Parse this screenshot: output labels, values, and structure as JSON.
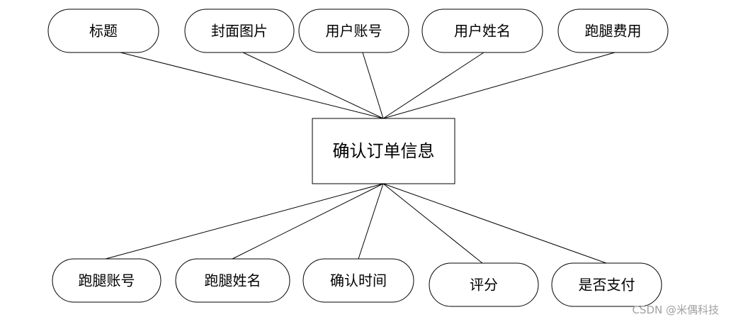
{
  "entity": {
    "label": "确认订单信息"
  },
  "attributes_top": [
    "标题",
    "封面图片",
    "用户账号",
    "用户姓名",
    "跑腿费用"
  ],
  "attributes_bottom": [
    "跑腿账号",
    "跑腿姓名",
    "确认时间",
    "评分",
    "是否支付"
  ],
  "watermark": "CSDN @米偶科技"
}
